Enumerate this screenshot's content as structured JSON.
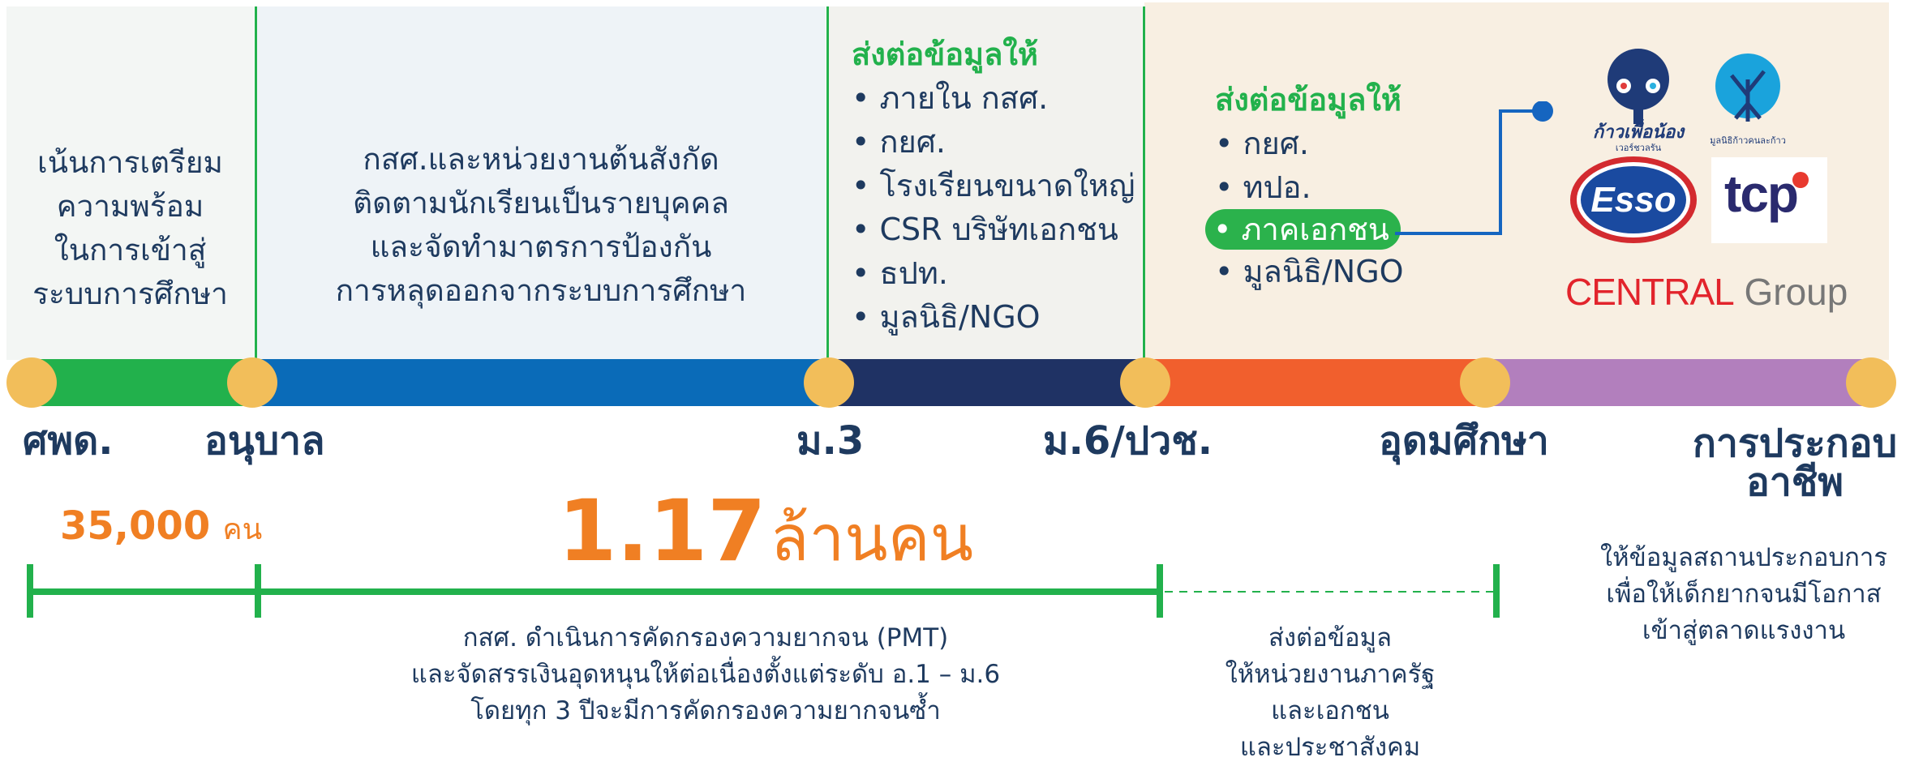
{
  "panels": {
    "prep": [
      "เน้นการเตรียม",
      "ความพร้อม",
      "ในการเข้าสู่",
      "ระบบการศึกษา"
    ],
    "track": [
      "กสศ.และหน่วยงานต้นสังกัด",
      "ติดตามนักเรียนเป็นรายบุคคล",
      "และจัดทำมาตรการป้องกัน",
      "การหลุดออกจากระบบการศึกษา"
    ],
    "m3_share": {
      "heading": "ส่งต่อข้อมูลให้",
      "items": [
        "ภายใน กสศ.",
        "กยศ.",
        "โรงเรียนขนาดใหญ่",
        "CSR บริษัทเอกชน",
        "ธปท.",
        "มูลนิธิ/NGO"
      ]
    },
    "m6_share": {
      "heading": "ส่งต่อข้อมูลให้",
      "items": [
        "กยศ.",
        "ทปอ.",
        "ภาคเอกชน",
        "มูลนิธิ/NGO"
      ]
    }
  },
  "partners": {
    "kao_text": "ก้าวเพื่อน้อง",
    "kao_sub": "เวอร์ชวลรัน",
    "tree_sub": "มูลนิธิก้าวคนละก้าว",
    "esso": "Esso",
    "tcp": "tcp",
    "central_a": "CENTRAL",
    "central_b": "Group"
  },
  "stages": {
    "s1": "ศพด.",
    "s2": "อนุบาล",
    "s3": "ม.3",
    "s4": "ม.6/ปวช.",
    "s5": "อุดมศึกษา",
    "s6a": "การประกอบ",
    "s6b": "อาชีพ"
  },
  "counts": {
    "small_num": "35,000",
    "small_unit": "คน",
    "big_num": "1.17",
    "big_unit": "ล้านคน"
  },
  "notes": {
    "pmt": [
      "กสศ. ดำเนินการคัดกรองความยากจน (PMT)",
      "และจัดสรรเงินอุดหนุนให้ต่อเนื่องตั้งแต่ระดับ อ.1 – ม.6",
      "โดยทุก 3 ปีจะมีการคัดกรองความยากจนซ้ำ"
    ],
    "share": [
      "ส่งต่อข้อมูล",
      "ให้หน่วยงานภาครัฐ",
      "และเอกชน",
      "และประชาสังคม"
    ],
    "career": [
      "ให้ข้อมูลสถานประกอบการ",
      "เพื่อให้เด็กยากจนมีโอกาส",
      "เข้าสู่ตลาดแรงงาน"
    ]
  },
  "colors": {
    "green": "#22b14c",
    "blue": "#0a6bb8",
    "navy": "#1f3264",
    "orange_seg": "#f15f2d",
    "purple": "#b27fbd",
    "dot": "#f2be5a",
    "count_orange": "#f07f23"
  }
}
